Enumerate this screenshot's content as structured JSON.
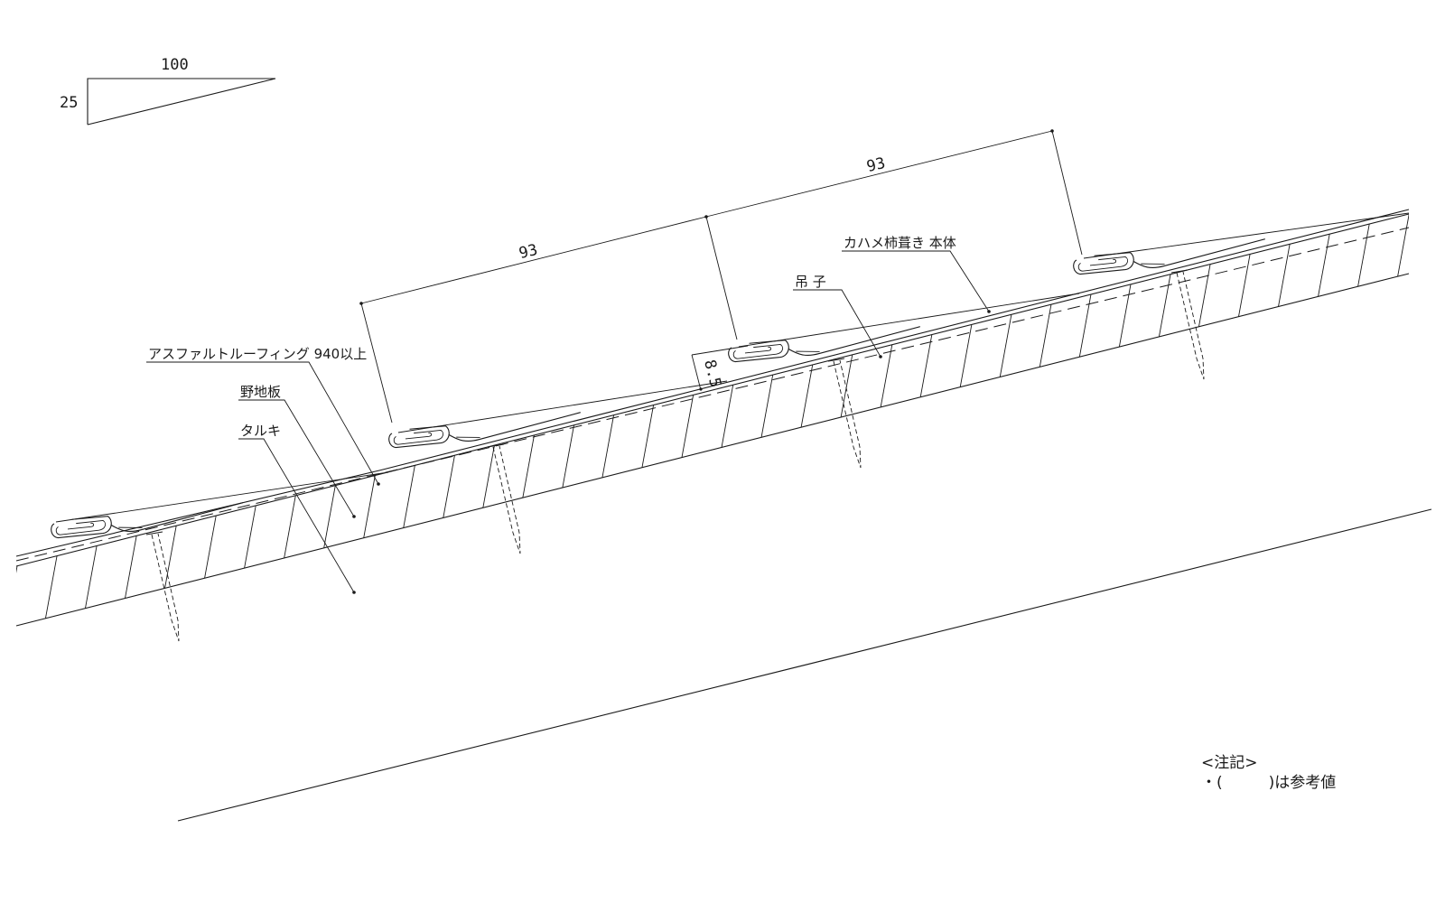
{
  "slope": {
    "run": "100",
    "rise": "25"
  },
  "dimensions": {
    "pitch_left": "93",
    "pitch_right": "93",
    "step_height": "8.5"
  },
  "labels": {
    "main_body": "カハメ柿葺き 本体",
    "clip": "吊 子",
    "roofing": "アスファルトルーフィング 940以上",
    "sheathing": "野地板",
    "rafter": "タルキ"
  },
  "notes": {
    "heading": "<注記>",
    "line1": "・(　　　)は参考値"
  }
}
